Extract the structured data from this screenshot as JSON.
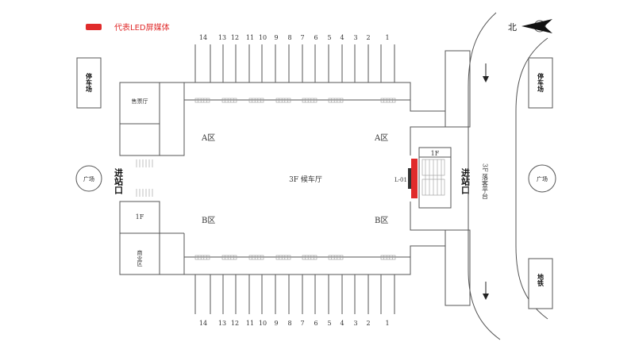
{
  "legend": {
    "label": "代表LED屏媒体",
    "color": "#e02b2b"
  },
  "compass": {
    "label": "北"
  },
  "areas": {
    "parking_left": "停车场",
    "parking_right": "停车场",
    "plaza_left": "广场",
    "plaza_right": "广场",
    "subway": "地铁",
    "ticket_hall": "售票厅",
    "floor_1f_left": "1F",
    "commercial": "商业区",
    "floor_1f_right": "1F",
    "entrance_left": "进站口",
    "entrance_right": "进站口",
    "departure_platform": "3F 落客平台",
    "waiting_hall": "3F  候车厅",
    "zone_a_left": "A区",
    "zone_a_right": "A区",
    "zone_b_left": "B区",
    "zone_b_right": "B区"
  },
  "media": [
    {
      "id": "L-01",
      "color": "#e02b2b"
    }
  ],
  "tracks": {
    "top_numbers": [
      "14",
      "13",
      "12",
      "11",
      "10",
      "9",
      "8",
      "7",
      "6",
      "5",
      "4",
      "3",
      "2",
      "1"
    ],
    "bottom_numbers": [
      "14",
      "13",
      "12",
      "11",
      "10",
      "9",
      "8",
      "7",
      "6",
      "5",
      "4",
      "3",
      "2",
      "1"
    ]
  }
}
